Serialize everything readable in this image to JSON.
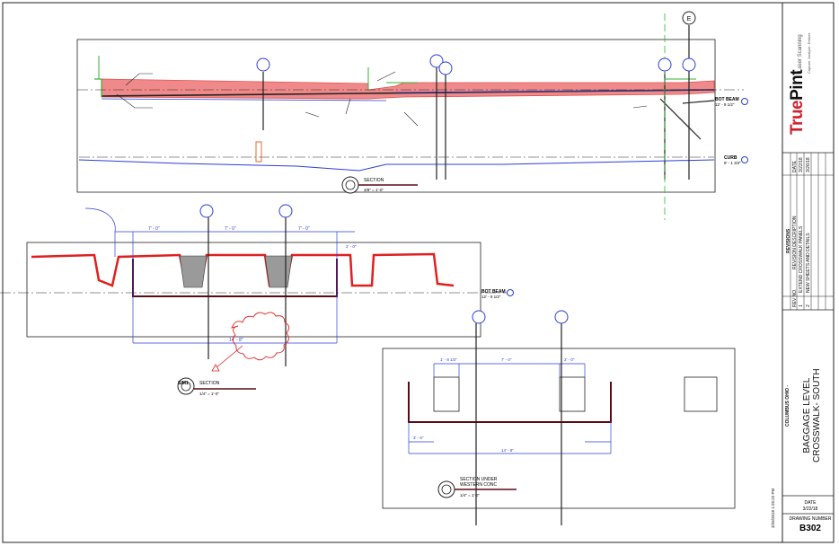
{
  "title_block": {
    "brand_true": "True",
    "brand_point": "P",
    "brand_rest": "int",
    "brand_tagline": "Laser Scanning",
    "brand_tagline2": "Capture. Analyze. Deliver.",
    "title_prefix": "COLUMBUS OHIO -",
    "title_line1": "BAGGAGE LEVEL",
    "title_line2": "CROSSWALK- SOUTH",
    "date_label": "DATE",
    "date_value": "3/22/18",
    "drawing_number_label": "DRAWING NUMBER",
    "drawing_number": "B302",
    "print_stamp": "3/26/2018 1:25:22 PM",
    "revisions_header": "REVISIONS",
    "revisions_columns": [
      "REV NO.",
      "REVISION DESCRIPTION",
      "DATE"
    ],
    "revisions": [
      {
        "no": "1",
        "desc": "EXTEND CROSSWALK PANELS",
        "date": "3/22/18"
      },
      {
        "no": "2",
        "desc": "NEW SHEETS AND DETAILS",
        "date": "3/26/18"
      }
    ]
  },
  "grid_labels": {
    "grid_e": "E"
  },
  "levels": {
    "top_beam": "BOT BEAM",
    "top_beam_elev": "12' - 9 1/2\"",
    "curb": "CURB",
    "curb_elev": "8' - 1 3/4\"",
    "mid_beam": "BOT BEAM",
    "mid_beam_elev": "12' - 9 1/2\""
  },
  "sections": {
    "section_top": "SECTION",
    "section_top_scale": "3/8\" = 1'-0\"",
    "section_mid_id": "SIM1",
    "section_mid": "SECTION",
    "section_mid_scale": "1/4\" = 1'-0\"",
    "section_bot": "SECTION UNDER",
    "section_bot2": "WESTERN CONC",
    "section_bot_scale": "1/4\" = 1'-0\""
  },
  "dims": {
    "d1": "7' - 0\"",
    "d2": "7' - 0\"",
    "d3": "7' - 0\"",
    "d4": "2' - 0\"",
    "d5": "1' - 8 1/2\"",
    "d6": "2' - 0\"",
    "d7": "3' - 6\"",
    "d8": "7' - 0\"",
    "d9": "14' - 8\""
  },
  "colors": {
    "red": "#e02020",
    "pink": "#f08a8a",
    "blue": "#2b3fd6",
    "green": "#33b233",
    "maroon": "#5a0a14",
    "gray": "#999999"
  }
}
